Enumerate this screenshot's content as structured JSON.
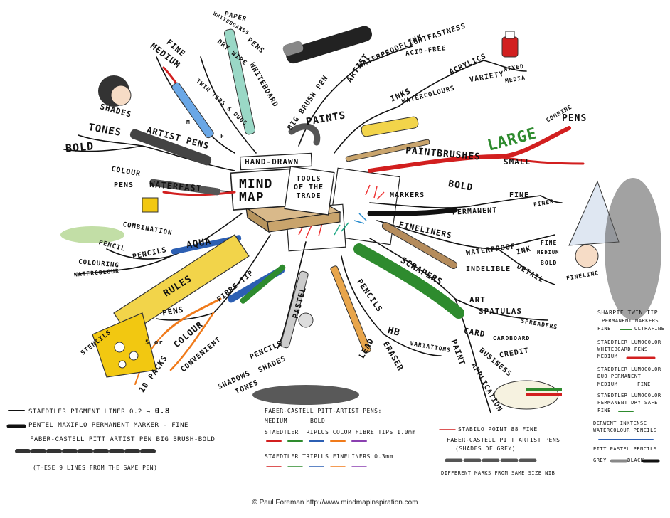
{
  "center": {
    "hand_drawn": "HAND-DRAWN",
    "mind_map": "MIND MAP",
    "tools_of_the_trade": "TOOLS OF THE TRADE"
  },
  "branches": {
    "paper_pens": {
      "paper": "PAPER",
      "whiteboards": "WHITEBOARDS",
      "pens": "PENS",
      "dry_wipe": "DRY WIPE",
      "whiteboard": "WHITEBOARD"
    },
    "fine_medium": {
      "fine": "FINE",
      "medium": "MEDIUM",
      "twin_tips": "TWIN TIPS & DUOS",
      "f": "F",
      "m": "M"
    },
    "artist_pens": {
      "shades": "SHADES",
      "tones": "TONES",
      "bold": "BOLD",
      "artist_pens": "ARTIST PENS"
    },
    "waterfast": {
      "colour": "COLOUR",
      "pens": "PENS",
      "waterfast": "WATERFAST"
    },
    "aqua": {
      "combination": "COMBINATION",
      "pencil": "PENCIL",
      "colouring": "COLOURING",
      "watercolour": "WATERCOLOUR",
      "pencils": "PENCILS",
      "aqua": "AQUA"
    },
    "rules": {
      "rules": "RULES",
      "stencils": "STENCILS",
      "pens": "PENS",
      "fibre_tip": "FIBRE-TIP",
      "colour": "COLOUR",
      "convenient": "CONVENIENT",
      "five_or": "5 or",
      "ten_packs": "10 PACKS"
    },
    "pastel": {
      "pastel": "PASTEL",
      "pencils": "PENCILS",
      "shades": "SHADES",
      "shadows": "SHADOWS",
      "tones": "TONES"
    },
    "pencils": {
      "pencils": "PENCILS",
      "hb": "HB",
      "lead": "LEAD",
      "variations": "VARIATIONS",
      "eraser": "ERASER"
    },
    "scrapers": {
      "scrapers": "SCRAPERS",
      "art": "ART",
      "spatulas": "SPATULAS",
      "spreaders": "SPREADERS",
      "card": "CARD",
      "cardboard": "CARDBOARD",
      "credit": "CREDIT",
      "paint": "PAINT",
      "business": "BUSINESS",
      "application": "APPLICATION"
    },
    "fineliners": {
      "fineliners": "FINELINERS",
      "waterproof": "WATERPROOF",
      "indelible": "INDELIBLE",
      "ink": "INK",
      "detail": "DETAIL",
      "fine": "FINE",
      "medium": "MEDIUM",
      "bold": "BOLD",
      "fineline": "FINELINE"
    },
    "markers": {
      "markers": "MARKERS",
      "bold": "BOLD",
      "permanent": "PERMANENT",
      "fine": "FINE",
      "finer": "FINER"
    },
    "paintbrushes": {
      "paintbrushes": "PAINTBRUSHES",
      "large": "LARGE",
      "small": "SMALL",
      "combine": "COMBINE",
      "pens": "PENS"
    },
    "paints": {
      "paints": "PAINTS",
      "inks": "INKS",
      "watercolours": "WATERCOLOURS",
      "acrylics": "ACRYLICS",
      "variety": "VARIETY",
      "mixed": "MIXED",
      "media": "MEDIA"
    },
    "brush_pen": {
      "big_brush_pen": "BIG BRUSH PEN",
      "artist": "ARTIST",
      "waterproof_ink": "WATERPROOF INK",
      "lightfastness": "LIGHTFASTNESS",
      "acid_free": "ACID-FREE"
    }
  },
  "legend_left": {
    "staedtler_pigment": "STAEDTLER PIGMENT LINER 0.2",
    "staedtler_arrow": "→",
    "staedtler_end": "0.8",
    "pentel": "PENTEL MAXIFLO PERMANENT MARKER - FINE",
    "faber_big": "FABER-CASTELL PITT ARTIST PEN BIG BRUSH-BOLD",
    "nine_lines": "(THESE 9 LINES FROM THE SAME PEN)"
  },
  "legend_center": {
    "faber_pitt": "FABER-CASTELL PITT-ARTIST PENS:",
    "medium": "MEDIUM",
    "bold": "BOLD",
    "triplus_fibre": "STAEDTLER TRIPLUS COLOR FIBRE TIPS 1.0mm",
    "triplus_fine": "STAEDTLER TRIPLUS FINELINERS 0.3mm"
  },
  "legend_mid_right": {
    "stabilo": "STABILO POINT 88 FINE",
    "faber_grey": "FABER-CASTELL PITT ARTIST PENS",
    "shades_grey": "(SHADES OF GREY)",
    "different_marks": "DIFFERENT MARKS FROM SAME SIZE NIB"
  },
  "legend_right": {
    "sharpie": "SHARPIE TWIN TIP",
    "sharpie2": "PERMANENT MARKERS",
    "fine": "FINE",
    "ultrafine": "ULTRAFINE",
    "lumo_wb": "STAEDTLER LUMOCOLOR",
    "lumo_wb2": "WHITEBOARD PENS",
    "medium": "MEDIUM",
    "lumo_duo": "STAEDTLER LUMOCOLOR",
    "lumo_duo2": "DUO PERMANENT",
    "medium2": "MEDIUM",
    "fine2": "FINE",
    "lumo_dry": "STAEDTLER LUMOCOLOR",
    "lumo_dry2": "PERMANENT DRY SAFE",
    "fine3": "FINE",
    "derwent": "DERWENT INKTENSE",
    "derwent2": "WATERCOLOUR PENCILS",
    "pitt_pastel": "PITT PASTEL PENCILS",
    "grey": "GREY",
    "black": "BLACK"
  },
  "credit": "© Paul Foreman http://www.mindmapinspiration.com",
  "colors": {
    "ink": "#111111",
    "red": "#d21f1f",
    "green": "#2e8b2e",
    "blue": "#2c5fb3",
    "yellow": "#f2c811",
    "orange": "#f07a1a"
  }
}
